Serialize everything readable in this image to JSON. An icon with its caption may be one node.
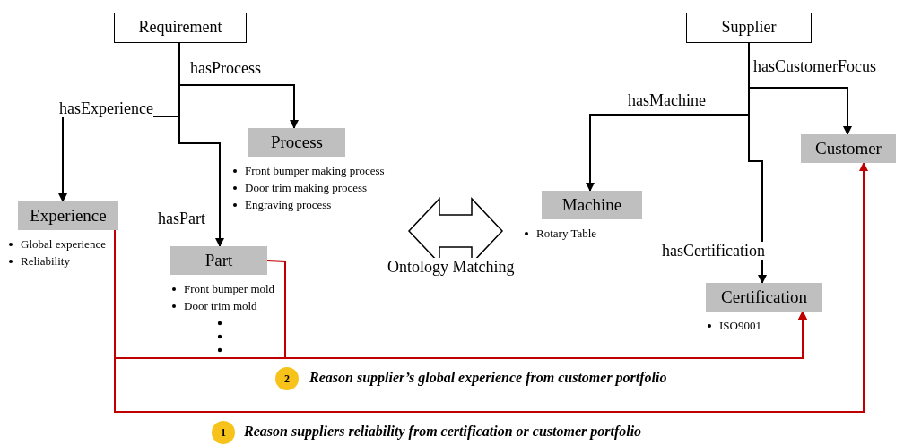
{
  "diagram": {
    "nodes": [
      {
        "text": [
          "Requirement"
        ]
      },
      {
        "text": [
          "Process"
        ],
        "beside": [
          "Front bumper making process",
          "Door trim making process",
          "Engraving process"
        ]
      },
      {
        "text": [
          "Experience"
        ],
        "beside": [
          "Global experience",
          "Reliability"
        ]
      },
      {
        "text": [
          "Part"
        ],
        "beside": [
          "Front bumper mold",
          "Door trim mold"
        ]
      },
      {
        "text": [
          "Supplier"
        ]
      },
      {
        "text": [
          "Machine"
        ],
        "beside": [
          "Rotary Table"
        ]
      },
      {
        "text": [
          "Customer"
        ]
      },
      {
        "text": [
          "Certification"
        ],
        "beside": [
          "ISO9001"
        ]
      }
    ],
    "edges": [
      {
        "from": 0,
        "to": 1,
        "arrow": "to",
        "label": "hasProcess"
      },
      {
        "from": 0,
        "to": 2,
        "arrow": "to",
        "label": "hasExperience"
      },
      {
        "from": 0,
        "to": 3,
        "arrow": "to",
        "label": "hasPart"
      },
      {
        "from": 4,
        "to": 5,
        "arrow": "to",
        "label": "hasMachine"
      },
      {
        "from": 4,
        "to": 6,
        "arrow": "to",
        "label": "hasCustomerFocus"
      },
      {
        "from": 4,
        "to": 7,
        "arrow": "to",
        "label": "hasCertification"
      },
      {
        "from": 2,
        "to": 7,
        "arrow": "to",
        "label": "Reason supplier’s global experience from customer portfolio",
        "color": "#c00000"
      },
      {
        "from": 3,
        "to": 7,
        "arrow": "to",
        "color": "#c00000"
      },
      {
        "from": 2,
        "to": 6,
        "arrow": "to",
        "label": "Reason suppliers reliability from certification or customer portfolio",
        "color": "#c00000"
      }
    ],
    "labels": [
      "Ontology Matching",
      "2",
      "1"
    ]
  }
}
